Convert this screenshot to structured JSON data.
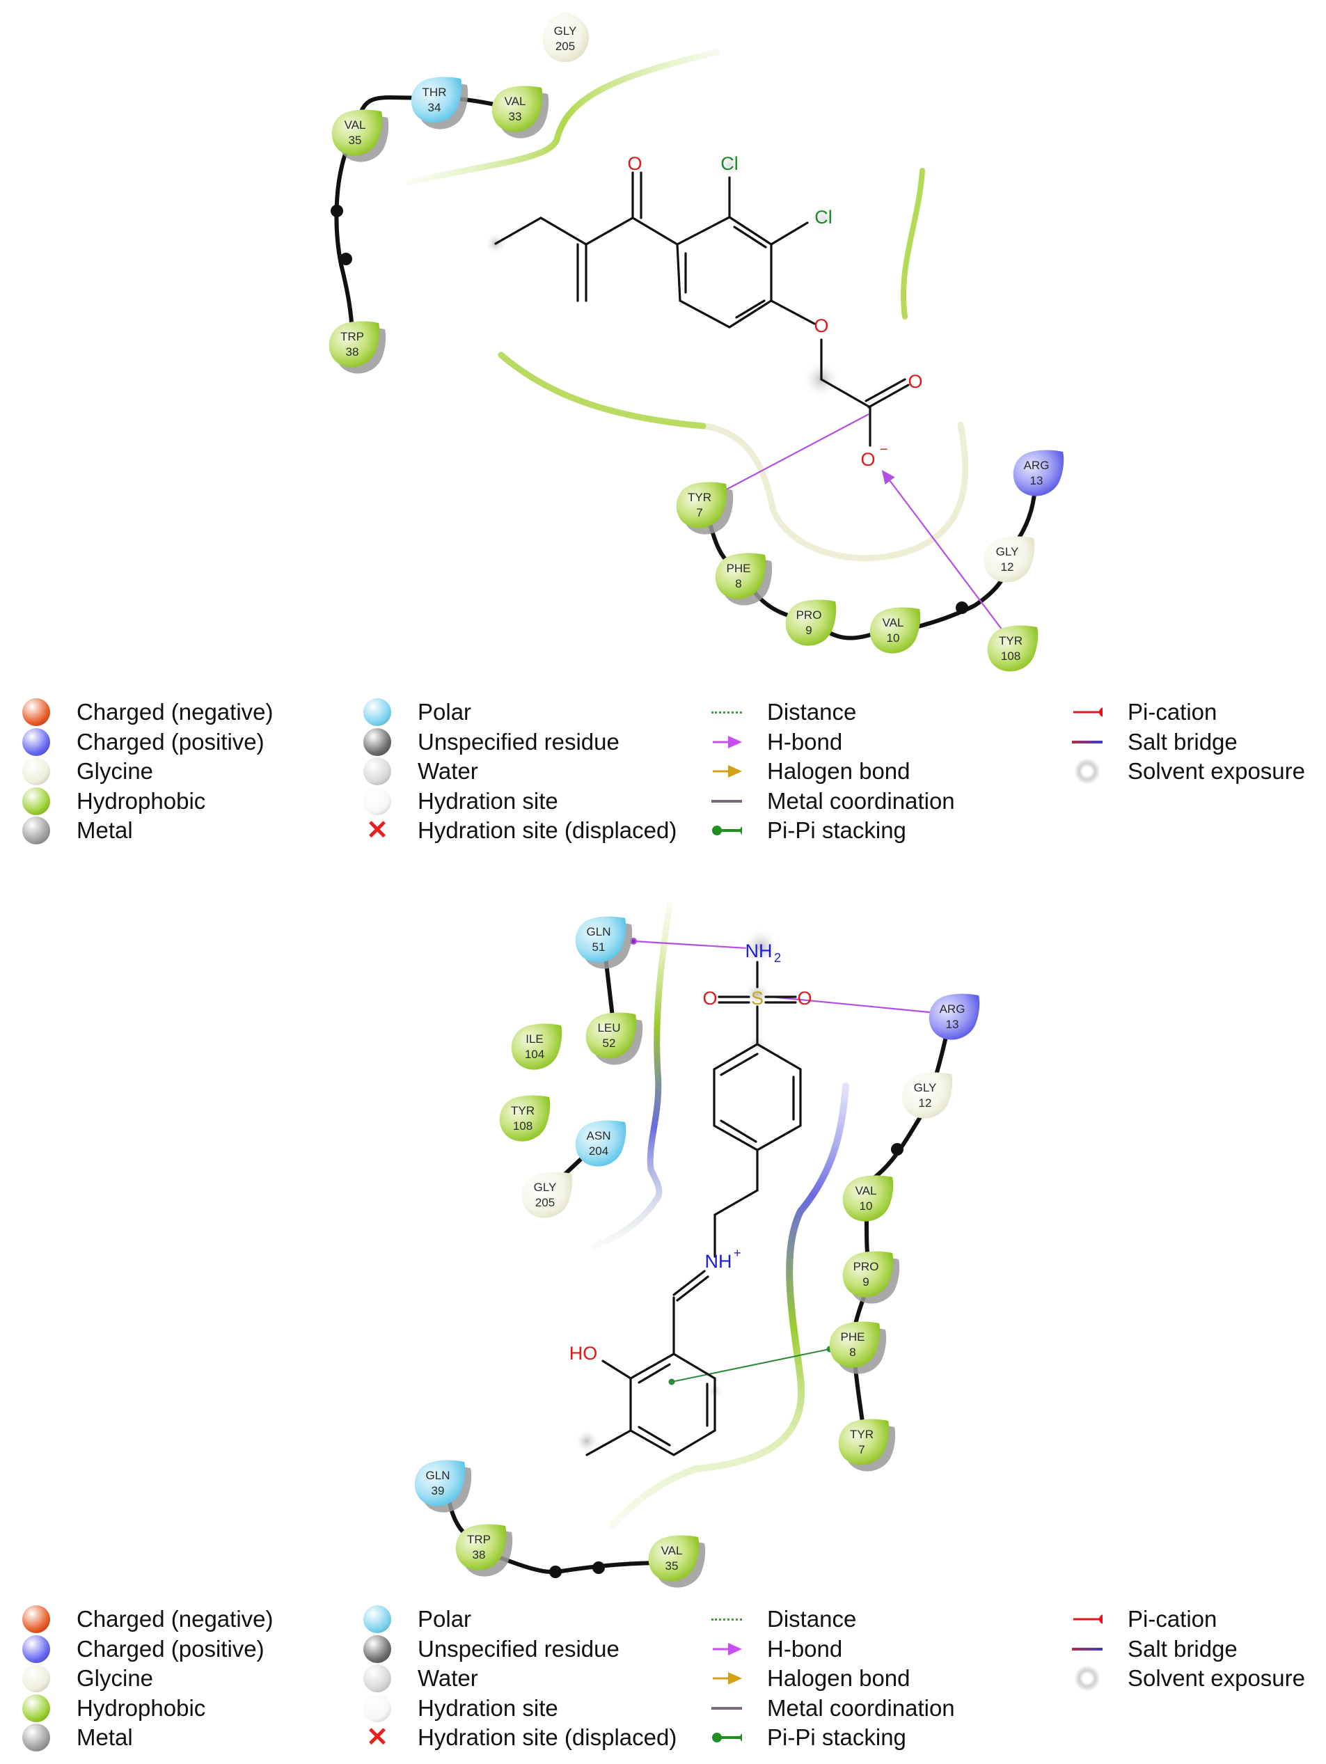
{
  "diagrams": [
    {
      "id": "complex-1",
      "ligand": {
        "atoms": {
          "carbonyl_o": "O",
          "cl1": "Cl",
          "cl2": "Cl",
          "ether_o": "O",
          "carboxyl_o": "O",
          "carboxylate_o": "O",
          "carboxylate_charge": "−"
        }
      },
      "residues": [
        {
          "name": "GLY",
          "num": "205",
          "type": "glycine"
        },
        {
          "name": "THR",
          "num": "34",
          "type": "polar"
        },
        {
          "name": "VAL",
          "num": "33",
          "type": "hydrophobic"
        },
        {
          "name": "VAL",
          "num": "35",
          "type": "hydrophobic"
        },
        {
          "name": "TRP",
          "num": "38",
          "type": "hydrophobic"
        },
        {
          "name": "TYR",
          "num": "7",
          "type": "hydrophobic"
        },
        {
          "name": "PHE",
          "num": "8",
          "type": "hydrophobic"
        },
        {
          "name": "PRO",
          "num": "9",
          "type": "hydrophobic"
        },
        {
          "name": "VAL",
          "num": "10",
          "type": "hydrophobic"
        },
        {
          "name": "TYR",
          "num": "108",
          "type": "hydrophobic"
        },
        {
          "name": "GLY",
          "num": "12",
          "type": "glycine"
        },
        {
          "name": "ARG",
          "num": "13",
          "type": "charged-positive"
        }
      ],
      "interactions": [
        {
          "type": "h-bond",
          "from": "TYR 7",
          "to": "carboxyl C=O"
        },
        {
          "type": "h-bond",
          "from": "TYR 108",
          "to": "O-"
        }
      ]
    },
    {
      "id": "complex-2",
      "ligand": {
        "atoms": {
          "nh2": "NH",
          "nh2_sub": "2",
          "s": "S",
          "o_left": "O",
          "o_right": "O",
          "nh_plus": "NH",
          "nh_plus_sup": "+",
          "ho": "HO"
        }
      },
      "residues": [
        {
          "name": "GLN",
          "num": "51",
          "type": "polar"
        },
        {
          "name": "LEU",
          "num": "52",
          "type": "hydrophobic"
        },
        {
          "name": "ILE",
          "num": "104",
          "type": "hydrophobic"
        },
        {
          "name": "TYR",
          "num": "108",
          "type": "hydrophobic"
        },
        {
          "name": "ASN",
          "num": "204",
          "type": "polar"
        },
        {
          "name": "GLY",
          "num": "205",
          "type": "glycine"
        },
        {
          "name": "ARG",
          "num": "13",
          "type": "charged-positive"
        },
        {
          "name": "GLY",
          "num": "12",
          "type": "glycine"
        },
        {
          "name": "VAL",
          "num": "10",
          "type": "hydrophobic"
        },
        {
          "name": "PRO",
          "num": "9",
          "type": "hydrophobic"
        },
        {
          "name": "PHE",
          "num": "8",
          "type": "hydrophobic"
        },
        {
          "name": "TYR",
          "num": "7",
          "type": "hydrophobic"
        },
        {
          "name": "GLN",
          "num": "39",
          "type": "polar"
        },
        {
          "name": "TRP",
          "num": "38",
          "type": "hydrophobic"
        },
        {
          "name": "VAL",
          "num": "35",
          "type": "hydrophobic"
        }
      ],
      "interactions": [
        {
          "type": "h-bond",
          "from": "NH2",
          "to": "GLN 51"
        },
        {
          "type": "h-bond",
          "from": "S=O",
          "to": "ARG 13"
        },
        {
          "type": "pi-pi-stacking",
          "from": "phenol ring",
          "to": "PHE 8"
        }
      ]
    }
  ],
  "legend": {
    "residue_types": [
      {
        "label": "Charged (negative)",
        "icon": "charged-negative-ball",
        "color": "#e8602c"
      },
      {
        "label": "Charged (positive)",
        "icon": "charged-positive-ball",
        "color": "#6b6bf2"
      },
      {
        "label": "Glycine",
        "icon": "glycine-ball",
        "color": "#efefdc"
      },
      {
        "label": "Hydrophobic",
        "icon": "hydrophobic-ball",
        "color": "#9fd03a"
      },
      {
        "label": "Metal",
        "icon": "metal-ball",
        "color": "#a0a0a0"
      }
    ],
    "site_types": [
      {
        "label": "Polar",
        "icon": "polar-ball",
        "color": "#7fd4ee"
      },
      {
        "label": "Unspecified residue",
        "icon": "unspecified-ball",
        "color": "#707070"
      },
      {
        "label": "Water",
        "icon": "water-ball",
        "color": "#d8d8d8"
      },
      {
        "label": "Hydration site",
        "icon": "hydration-site-ball",
        "color": "#f7f7f7"
      },
      {
        "label": "Hydration site (displaced)",
        "icon": "cross-icon",
        "color": "#e8201c"
      }
    ],
    "interaction_types": [
      {
        "label": "Distance",
        "icon": "dotted-line-icon",
        "color": "#3aa13a"
      },
      {
        "label": "H-bond",
        "icon": "arrow-icon",
        "color": "#c84ef0"
      },
      {
        "label": "Halogen bond",
        "icon": "arrow-icon",
        "color": "#d4a017"
      },
      {
        "label": "Metal coordination",
        "icon": "line-icon",
        "color": "#7a6a7a"
      },
      {
        "label": "Pi-Pi stacking",
        "icon": "dumbbell-icon",
        "color": "#1f8f1f"
      }
    ],
    "other_types": [
      {
        "label": "Pi-cation",
        "icon": "line-dot-icon",
        "color": "#e8121c"
      },
      {
        "label": "Salt bridge",
        "icon": "gradient-line-icon",
        "color": "#3a3ad0"
      },
      {
        "label": "Solvent exposure",
        "icon": "halo-icon",
        "color": "#cfcfcf"
      }
    ]
  }
}
